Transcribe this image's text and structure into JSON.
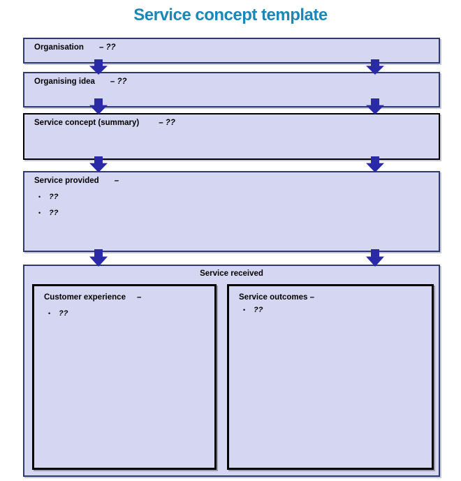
{
  "title": "Service concept template",
  "colors": {
    "title_color": "#1b87b8",
    "box_fill": "#d5d6f2",
    "navy_border": "#2e3a6d",
    "arrow_color": "#2b2aa6"
  },
  "bullet_char": "•",
  "boxes": {
    "organisation": {
      "label": "Organisation",
      "value": "– ??"
    },
    "organising_idea": {
      "label": "Organising idea",
      "value": "– ??"
    },
    "service_concept_summary": {
      "label": "Service concept (summary)",
      "value": "– ??"
    },
    "service_provided": {
      "label": "Service provided",
      "value": "–",
      "bullets": [
        "??",
        "??"
      ]
    },
    "service_received": {
      "label": "Service received"
    },
    "customer_experience": {
      "label": "Customer experience",
      "value": "–",
      "bullets": [
        "??"
      ]
    },
    "service_outcomes": {
      "label": "Service outcomes –",
      "bullets": [
        "??"
      ]
    }
  }
}
